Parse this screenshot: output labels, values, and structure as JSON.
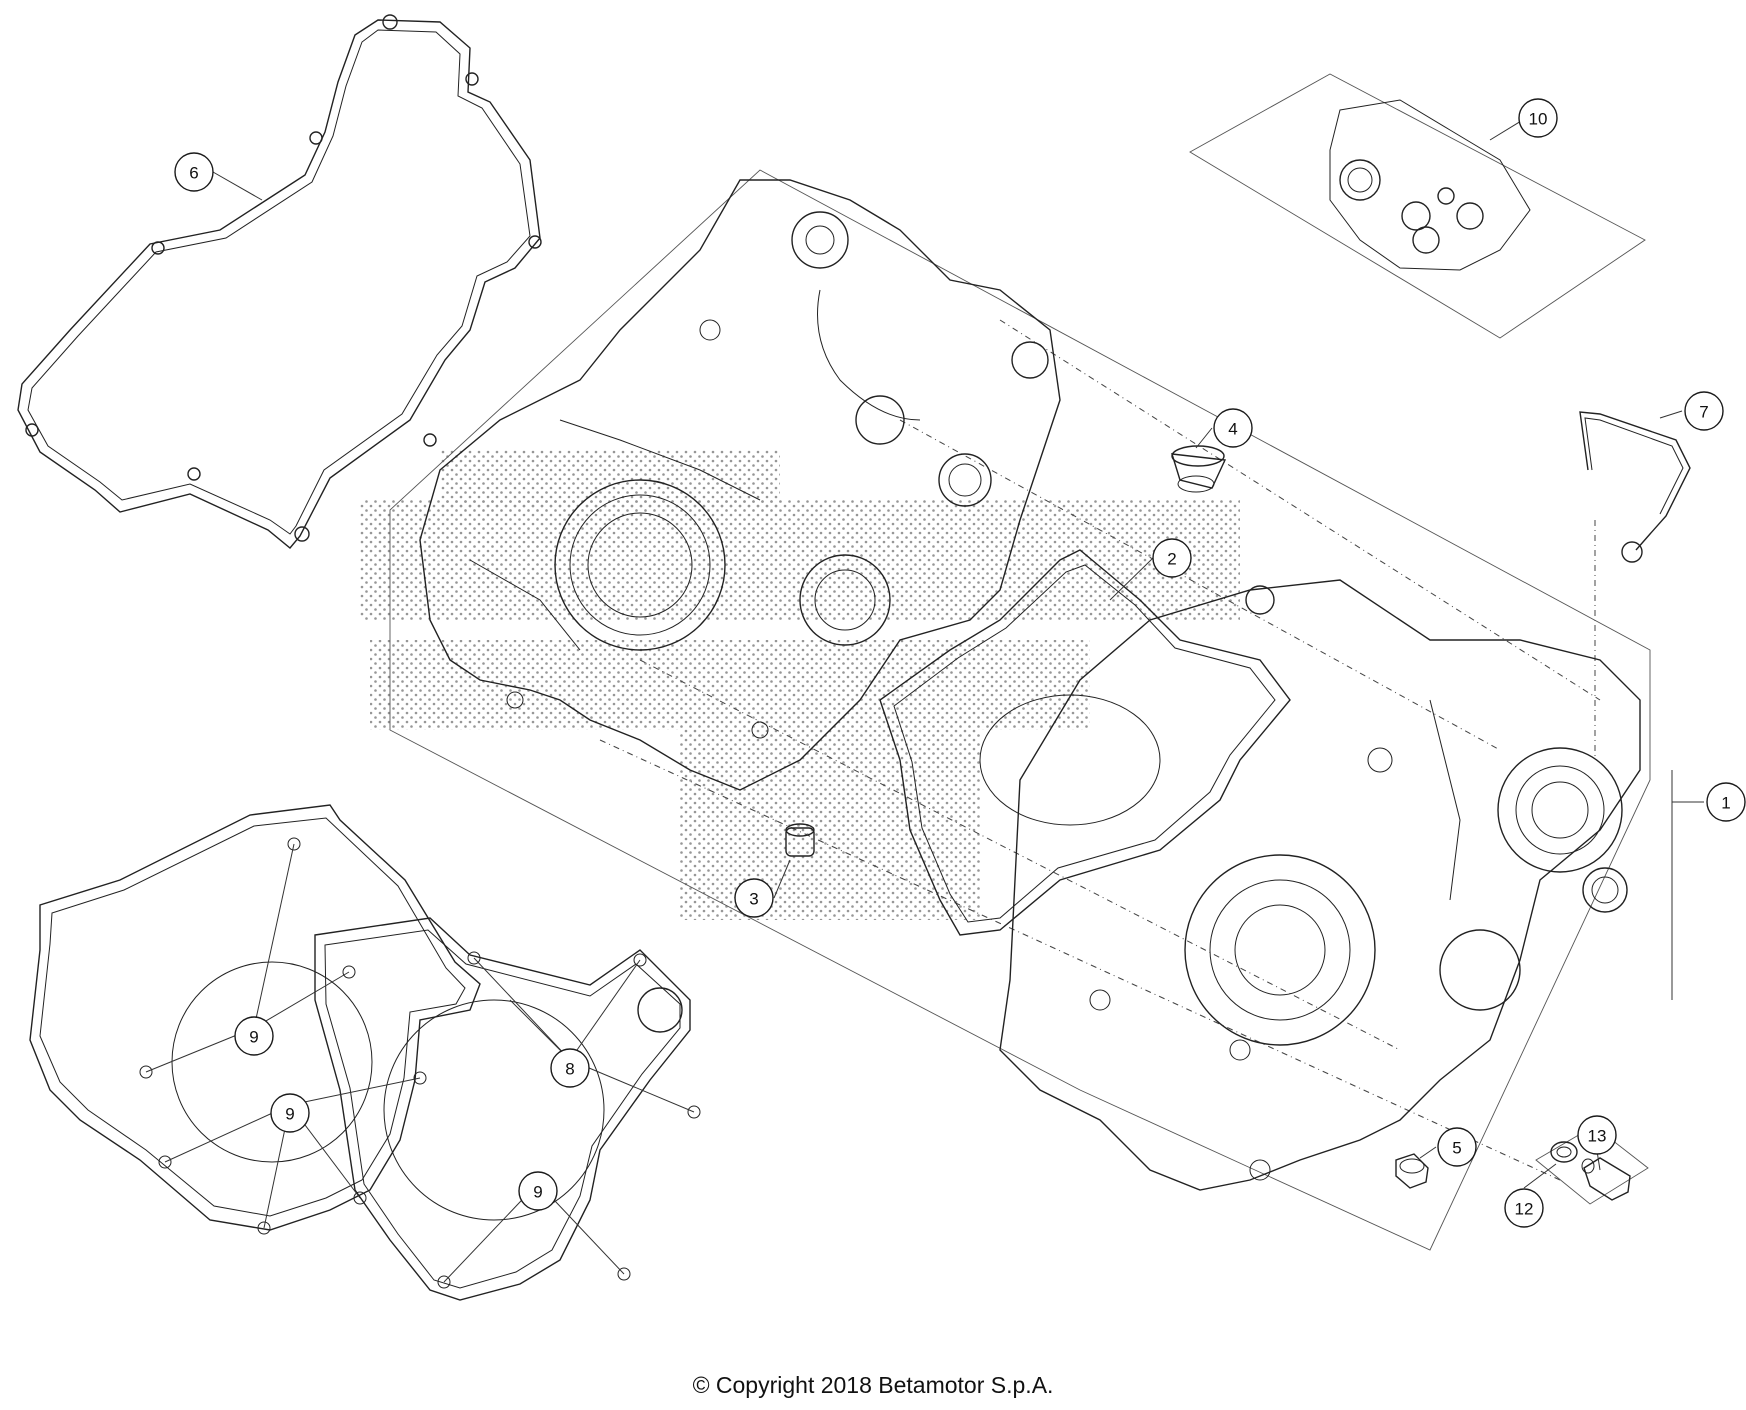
{
  "callouts": [
    {
      "label": "1"
    },
    {
      "label": "2"
    },
    {
      "label": "3"
    },
    {
      "label": "4"
    },
    {
      "label": "5"
    },
    {
      "label": "6"
    },
    {
      "label": "7"
    },
    {
      "label": "8"
    },
    {
      "label": "9"
    },
    {
      "label": "9"
    },
    {
      "label": "9"
    },
    {
      "label": "10"
    },
    {
      "label": "12"
    },
    {
      "label": "13"
    }
  ],
  "copyright": "© Copyright 2018 Betamotor S.p.A."
}
